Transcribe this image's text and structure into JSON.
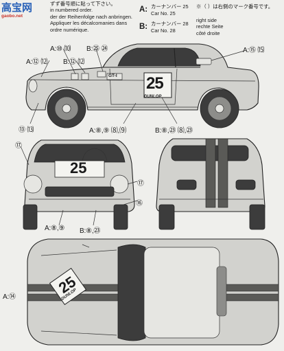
{
  "header": {
    "logo_cn": "高",
    "logo_rest": "宝网",
    "logo_url": "gaobo.net",
    "lines": [
      "ずず番号順に貼って下さい。",
      "in numbered order.",
      "der der Reihenfolge nach anbringen.",
      "Appliquer les décalcomanies dans",
      "ordre numérique."
    ],
    "legend_a_letter": "A:",
    "legend_a_jp": "カーナンバー 25",
    "legend_a_en": "Car No. 25",
    "legend_b_letter": "B:",
    "legend_b_jp": "カーナンバー 28",
    "legend_b_en": "Car No. 28",
    "legend_note_mark": "※（ ）",
    "legend_note_jp": "は右側のマーク番号です。",
    "side_lines": [
      "right side",
      "rechte Seite",
      "côté droite"
    ]
  },
  "callouts": {
    "side_top_a": "A:⑩ ⑽",
    "side_top_b": "B:㉕ ㉔",
    "side_mid_a": "A:⑫ ⑿",
    "side_mid_b": "B:⑫ ⑿",
    "side_right": "A:⑮ ⒂",
    "side_bottom_left": "⑬ ⒀",
    "side_bottom_a": "A:⑧,⑨ ⑻,⑼",
    "side_bottom_b": "B:⑧,㉓ ⑻,㉓",
    "front_17_top": "⑰",
    "front_17_side": "⑰",
    "front_16": "⑯",
    "front_bottom_a": "A:⑧,⑨",
    "front_bottom_b": "B:⑧,㉓",
    "top_left": "A:⑭"
  },
  "car": {
    "number": "25",
    "sponsor": "DUNLOP",
    "gt_badge": "GT-I"
  }
}
